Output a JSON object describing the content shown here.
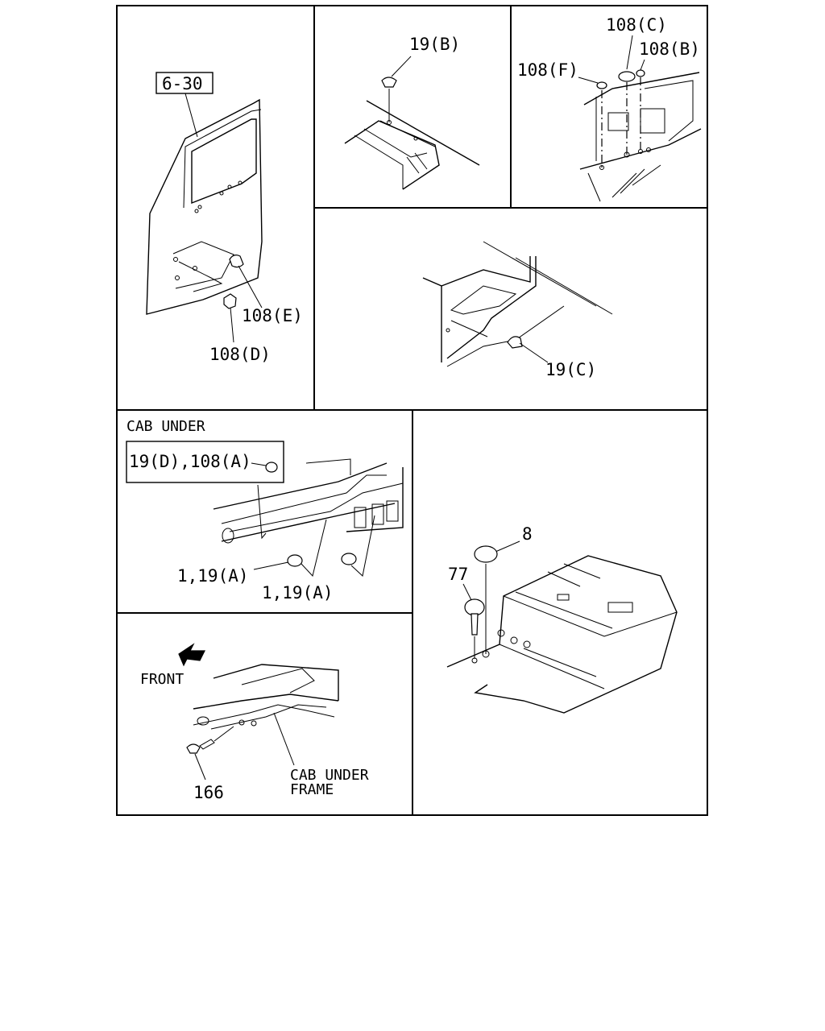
{
  "labels": {
    "ref_6_30": "6-30",
    "p108E": "108(E)",
    "p108D": "108(D)",
    "p19B": "19(B)",
    "p108C": "108(C)",
    "p108B": "108(B)",
    "p108F": "108(F)",
    "p19C": "19(C)",
    "cab_under": "CAB UNDER",
    "box_19D_108A": "19(D),108(A)",
    "p1_19A_left": "1,19(A)",
    "p1_19A_right": "1,19(A)",
    "p8": "8",
    "p77": "77",
    "front": "FRONT",
    "p166": "166",
    "cab_under_frame_1": "CAB UNDER",
    "cab_under_frame_2": "FRAME"
  }
}
